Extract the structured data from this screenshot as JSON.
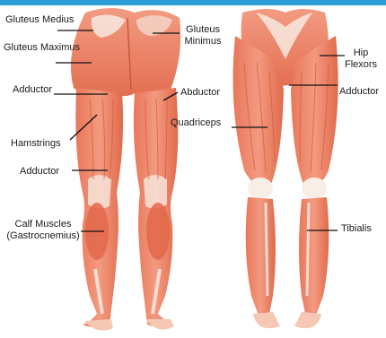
{
  "colors": {
    "accent_bar": "#2a9fd8",
    "muscle": "#ee8a6e",
    "muscle_dark": "#d9603f",
    "tendon": "#f7efe6",
    "skin": "#f6c8b4"
  },
  "labels": {
    "gluteus_medius": "Gluteus Medius",
    "gluteus_maximus": "Gluteus Maximus",
    "adductor_back_upper": "Adductor",
    "hamstrings": "Hamstrings",
    "adductor_back_lower": "Adductor",
    "calf_line1": "Calf Muscles",
    "calf_line2": "(Gastrocnemius)",
    "gluteus_minimus_line1": "Gluteus",
    "gluteus_minimus_line2": "Minimus",
    "abductor": "Abductor",
    "quadriceps": "Quadriceps",
    "hip_flexors_line1": "Hip",
    "hip_flexors_line2": "Flexors",
    "adductor_front": "Adductor",
    "tibialis": "Tibialis"
  }
}
